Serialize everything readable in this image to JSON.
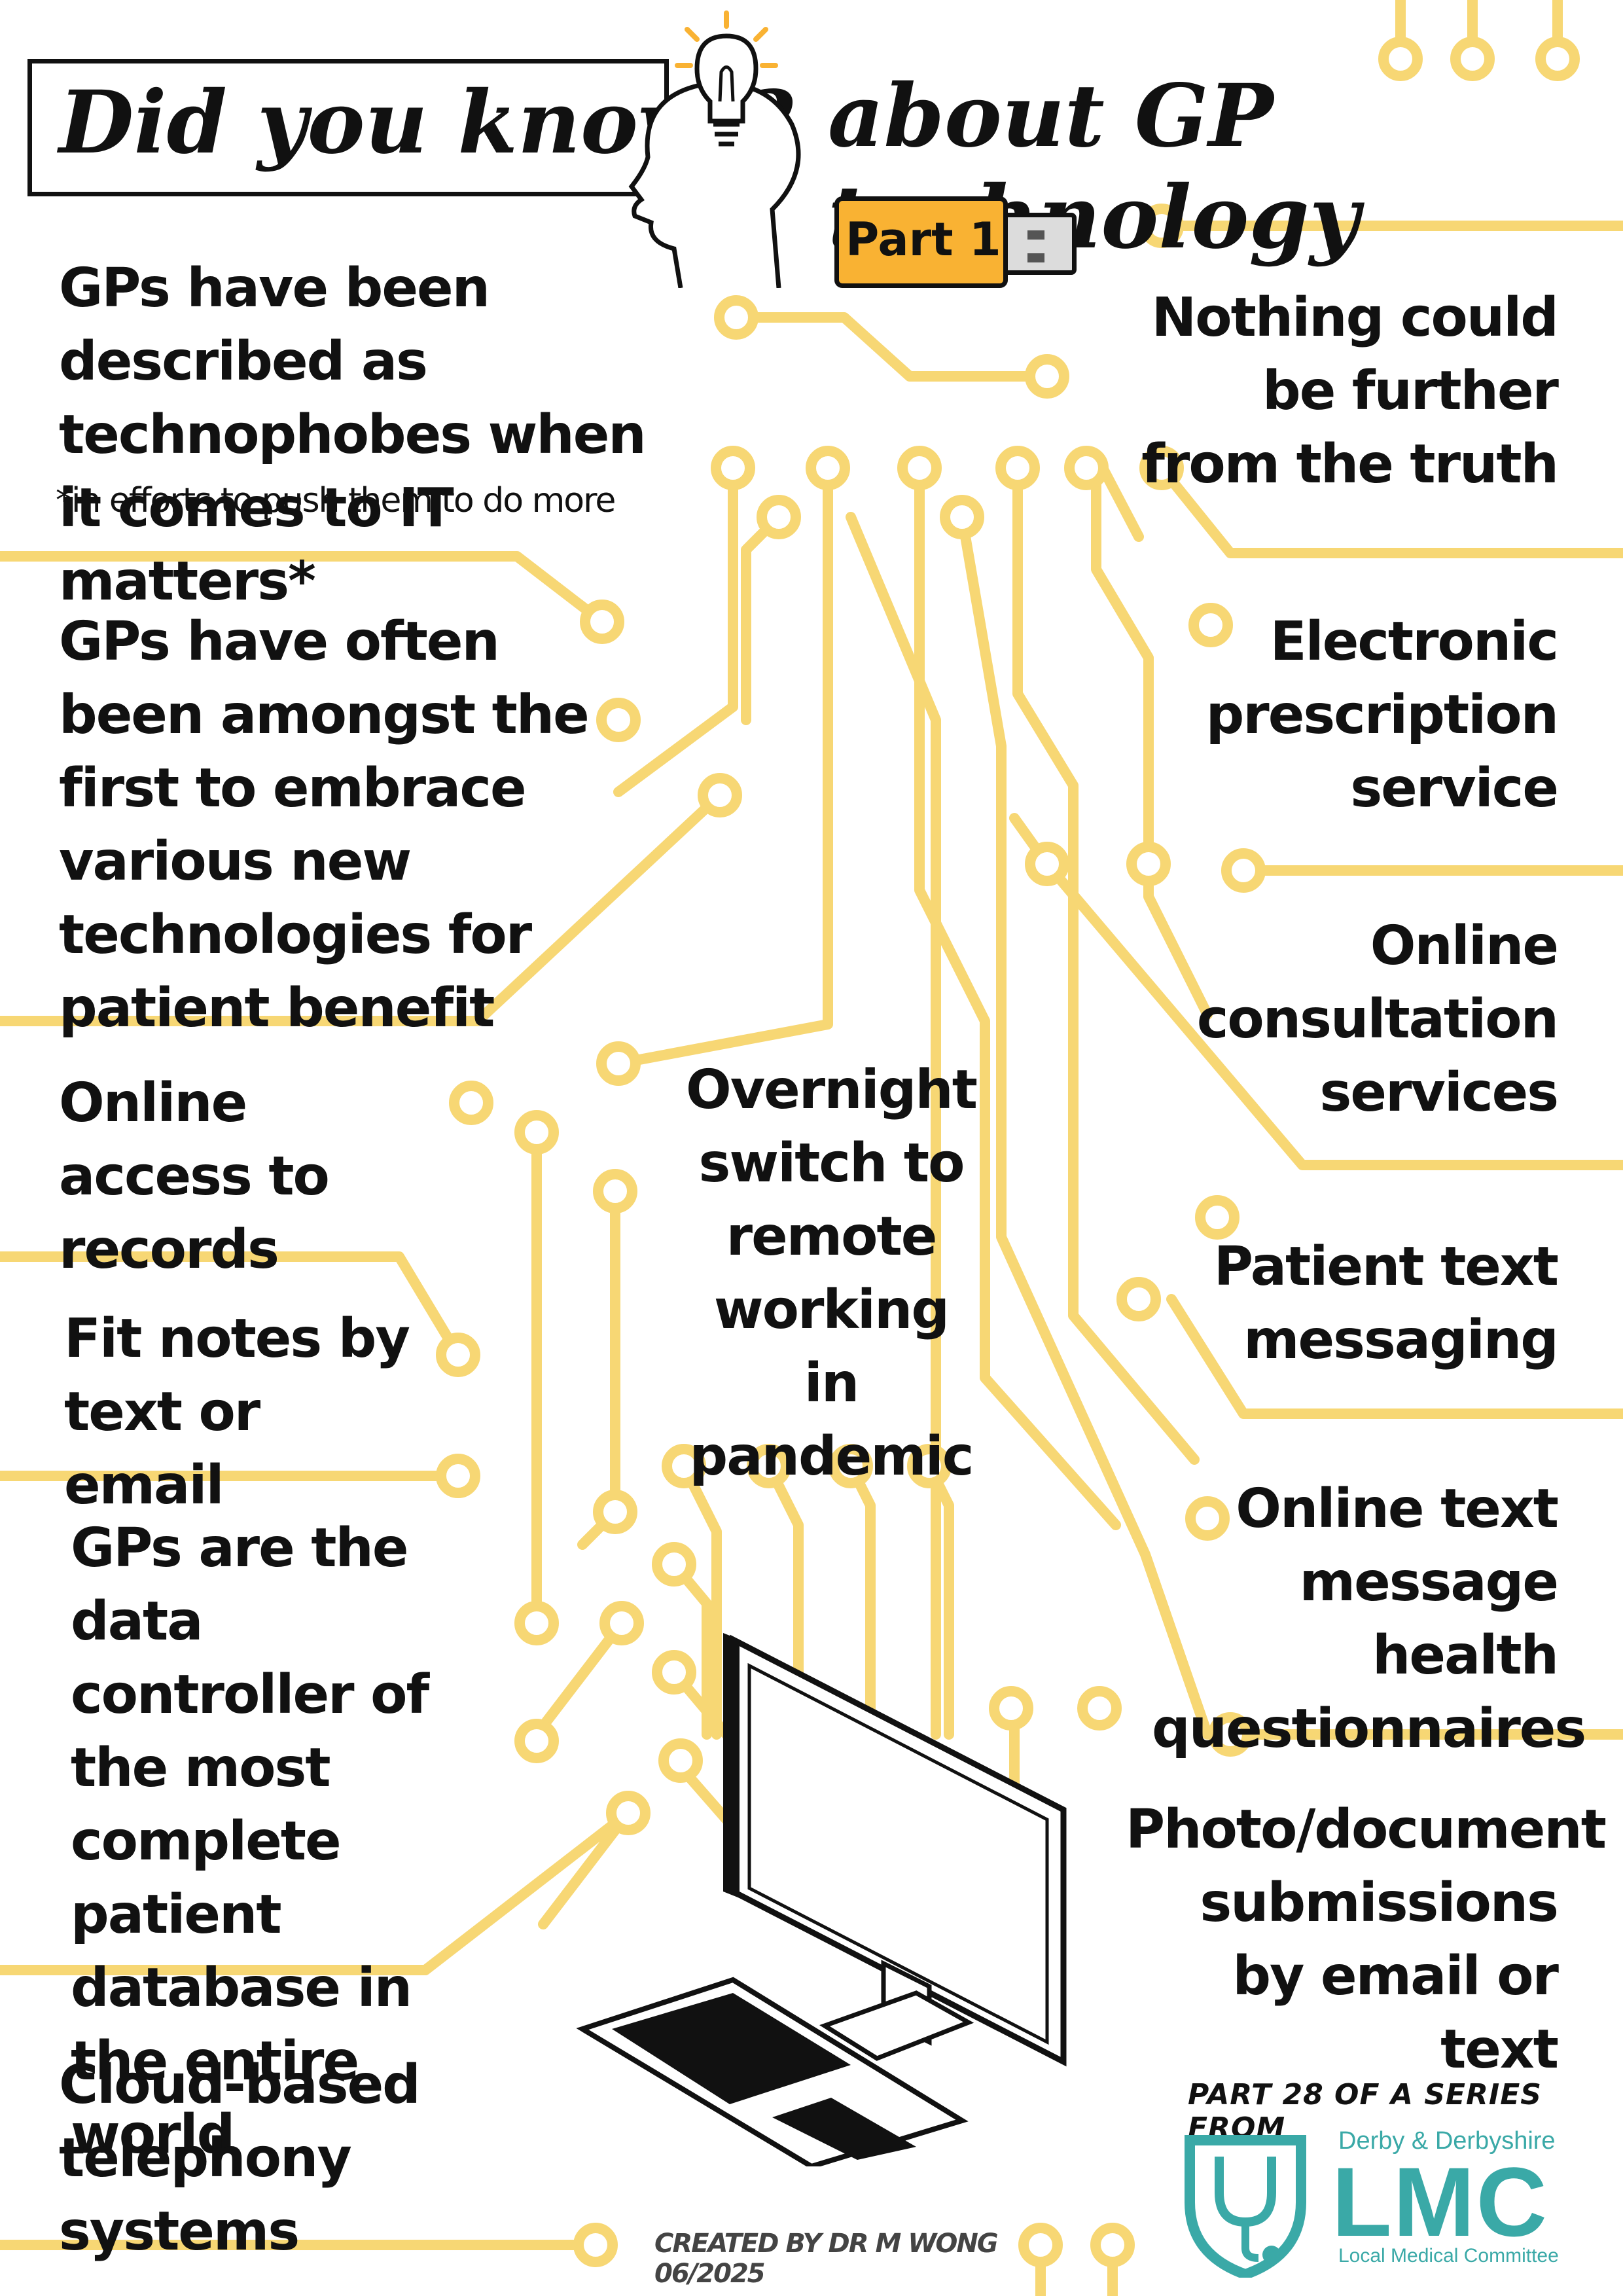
{
  "title": {
    "left": "Did you know ?",
    "right": "about GP technology",
    "part": "Part 1"
  },
  "left_facts": [
    "GPs have been described as technophobes when it comes to IT matters*",
    "GPs have often been amongst the first to embrace various new technologies for patient benefit",
    "Online access to records",
    "Fit notes by text or email",
    "GPs are the data controller of the most complete patient database in the entire world",
    "Cloud-based telephony systems"
  ],
  "footnote": "*in efforts to push them to do more",
  "right_facts": [
    "Nothing could be further from the truth",
    "Electronic prescription service",
    "Online consultation services",
    "Patient text messaging",
    "Online text message health questionnaires",
    "Photo/document submissions by email or text"
  ],
  "center_fact": "Overnight switch to remote working in pandemic",
  "series_text": "PART 28 OF A SERIES FROM",
  "credit": "CREATED BY DR M WONG 06/2025",
  "org": {
    "region": "Derby & Derbyshire",
    "acronym": "LMC",
    "full_name": "Local Medical Committee"
  },
  "colors": {
    "trace": "#f7d774",
    "accent": "#f9b233",
    "text": "#111111",
    "lmc": "#3aa9a7"
  },
  "icons": [
    "lightbulb-icon",
    "head-silhouette-icon",
    "usb-stick-icon",
    "computer-monitor-icon",
    "keyboard-icon",
    "stethoscope-shield-icon"
  ]
}
